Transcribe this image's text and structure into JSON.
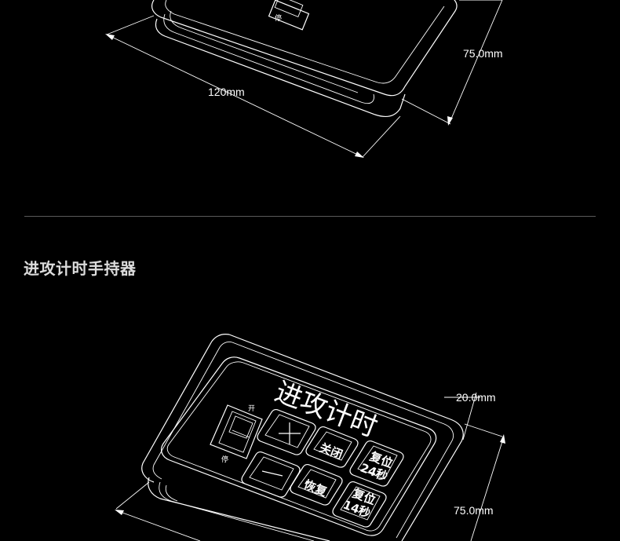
{
  "section_title": "进攻计时手持器",
  "top_diagram": {
    "width_label": "120mm",
    "height_label": "75.0mm",
    "switch_small_label": "停"
  },
  "bottom_diagram": {
    "panel_title": "进攻计时",
    "switch_top_label": "开",
    "switch_bottom_label": "停",
    "buttons": {
      "plus": "＋",
      "minus": "—",
      "close": "关闭",
      "restore": "恢复",
      "reset24_line1": "复位",
      "reset24_line2": "24秒",
      "reset14_line1": "复位",
      "reset14_line2": "14秒"
    },
    "depth_label": "20.0mm",
    "height_label": "75.0mm"
  }
}
